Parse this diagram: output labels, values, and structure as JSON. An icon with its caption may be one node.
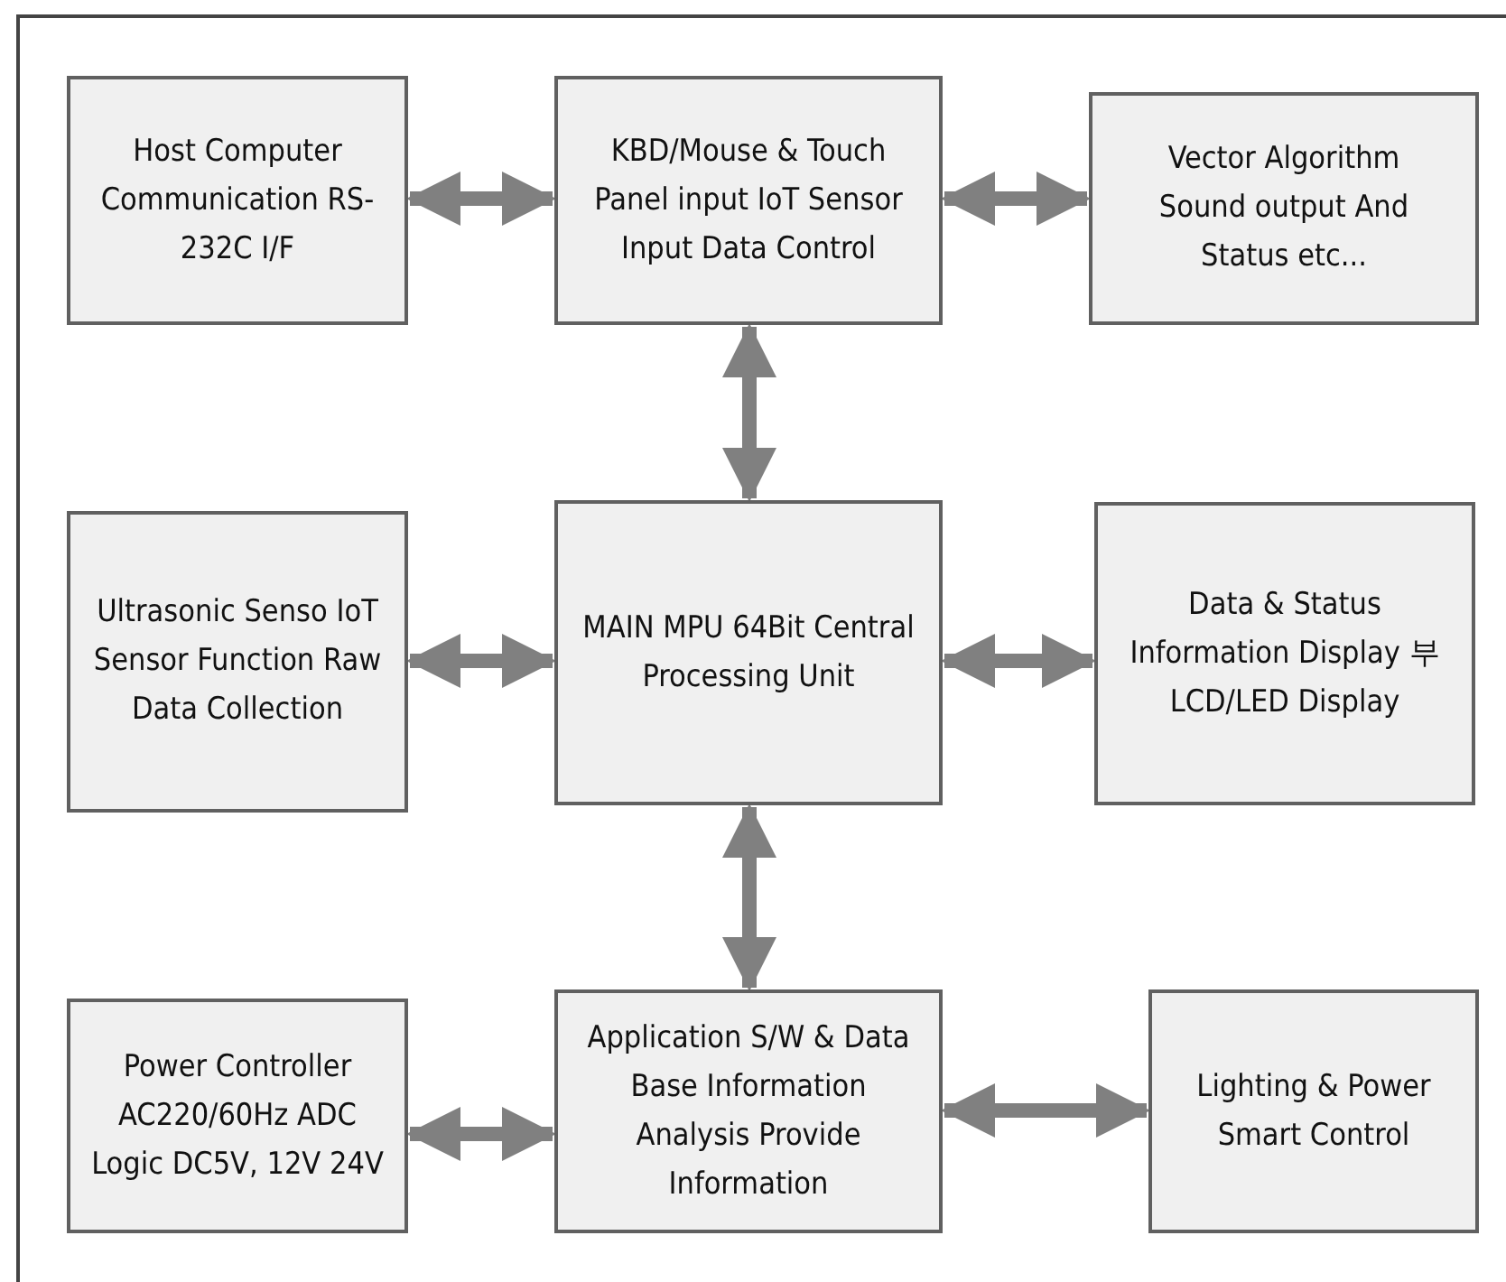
{
  "diagram": {
    "nodes": [
      {
        "text": [
          "Host Computer Communication RS-232C I/F"
        ]
      },
      {
        "text": [
          "KBD/Mouse & Touch Panel input IoT Sensor Input Data Control"
        ]
      },
      {
        "text": [
          "Vector Algorithm Sound output And Status etc..."
        ]
      },
      {
        "text": [
          "Ultrasonic Senso IoT Sensor Function Raw Data Collection"
        ]
      },
      {
        "text": [
          "MAIN MPU 64Bit Central Processing Unit"
        ]
      },
      {
        "text": [
          "Data & Status Information Display 부 LCD/LED Display"
        ]
      },
      {
        "text": [
          "Power Controller AC220/60Hz ADC Logic DC5V, 12V 24V"
        ]
      },
      {
        "text": [
          "Application S/W & Data Base Information Analysis Provide Information"
        ]
      },
      {
        "text": [
          "Lighting & Power Smart Control"
        ]
      }
    ],
    "edges": [
      {
        "from": 0,
        "to": 1,
        "arrow": "both"
      },
      {
        "from": 1,
        "to": 2,
        "arrow": "both"
      },
      {
        "from": 1,
        "to": 4,
        "arrow": "both"
      },
      {
        "from": 3,
        "to": 4,
        "arrow": "both"
      },
      {
        "from": 4,
        "to": 5,
        "arrow": "both"
      },
      {
        "from": 4,
        "to": 7,
        "arrow": "both"
      },
      {
        "from": 6,
        "to": 7,
        "arrow": "both"
      },
      {
        "from": 7,
        "to": 8,
        "arrow": "both"
      }
    ]
  }
}
